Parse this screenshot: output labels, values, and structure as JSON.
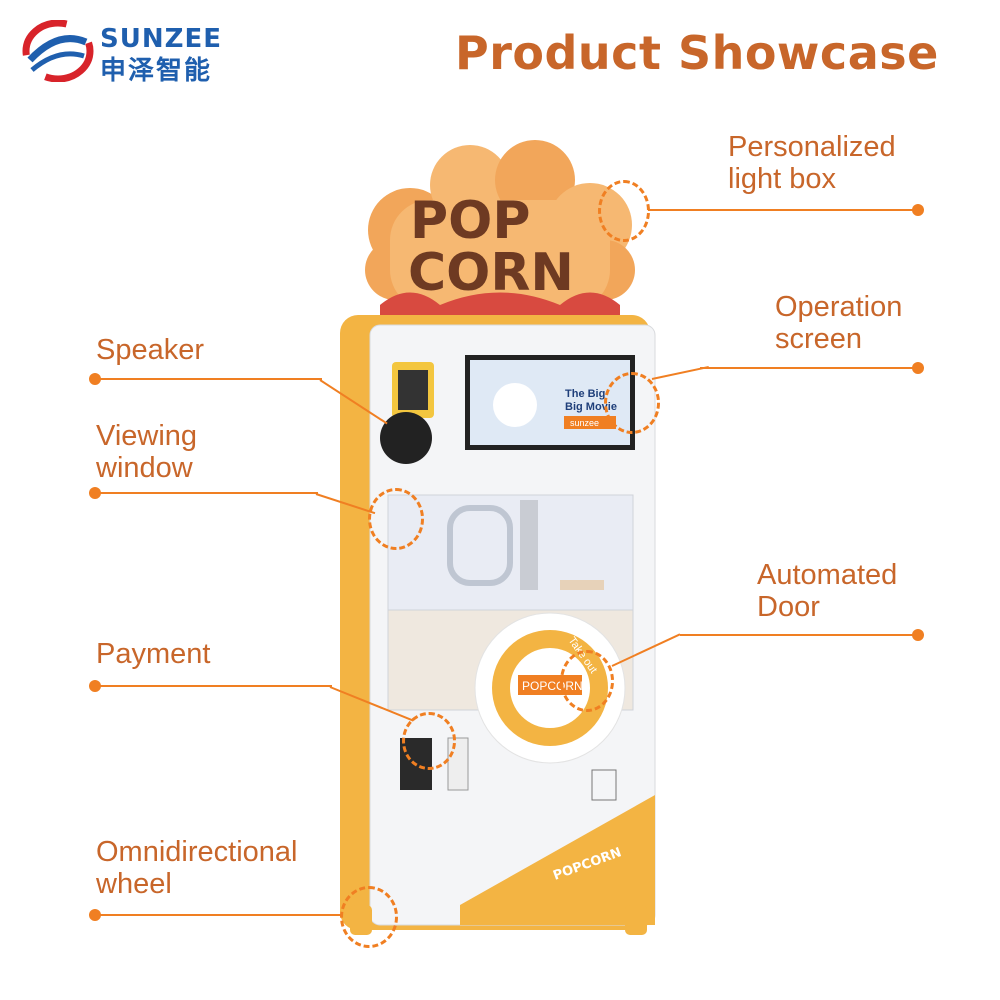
{
  "header": {
    "brand_en": "SUNZEE",
    "brand_cn": "申泽智能",
    "title": "Product Showcase"
  },
  "callouts": {
    "light_box": "Personalized\nlight box",
    "operation_screen": "Operation\nscreen",
    "speaker": "Speaker",
    "viewing_window": "Viewing\nwindow",
    "automated_door": "Automated\nDoor",
    "payment": "Payment",
    "wheel": "Omnidirectional\nwheel"
  },
  "machine": {
    "sign_line1": "POP",
    "sign_line2": "CORN",
    "screen_text_line1": "The Big",
    "screen_text_line2": "Big Movie",
    "screen_brand": "sunzee",
    "door_text": "Take out",
    "bucket_text": "POPCORN",
    "bottom_logo": "POPCORN"
  },
  "colors": {
    "accent": "#f07f22",
    "title": "#c8662a",
    "brand": "#1f5fae",
    "machine_yellow": "#f3b443"
  }
}
